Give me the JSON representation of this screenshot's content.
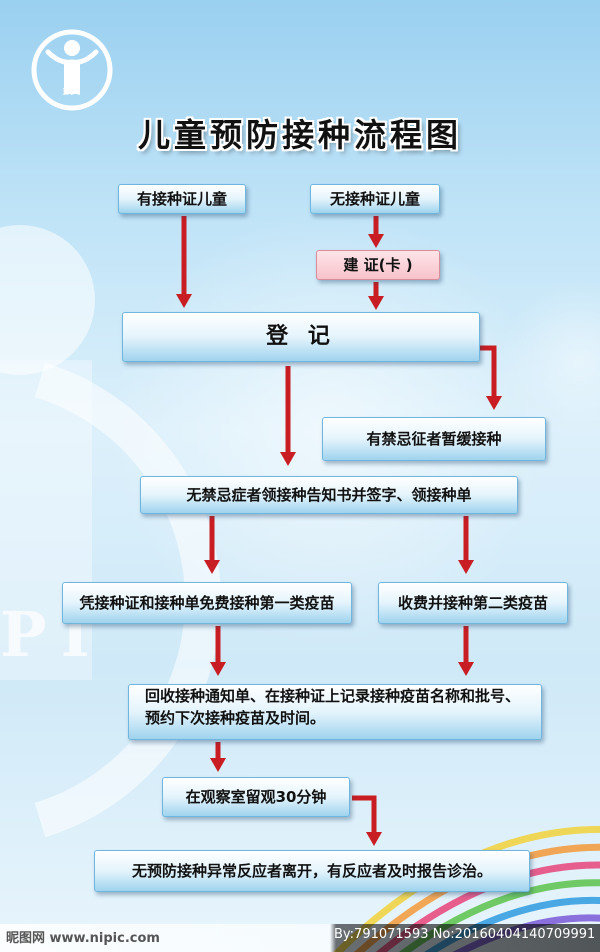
{
  "logo": {
    "text": "EPI"
  },
  "bg_text": "PI",
  "title": "儿童预防接种流程图",
  "steps": {
    "with_card": "有接种证儿童",
    "without_card": "无接种证儿童",
    "create_card": "建 证(卡 )",
    "register": "登  记",
    "contraindicated": "有禁忌征者暂缓接种",
    "no_contraindication": "无禁忌症者领接种告知书并签字、领接种单",
    "free_vaccine": "凭接种证和接种单免费接种第一类疫苗",
    "paid_vaccine": "收费并接种第二类疫苗",
    "record_line1": "回收接种通知单、在接种证上记录接种疫苗名称和批号、",
    "record_line2": "预约下次接种疫苗及时间。",
    "observe": "在观察室留观30分钟",
    "leave": "无预防接种异常反应者离开，有反应者及时报告诊治。"
  },
  "watermark": {
    "left": "昵图网  www.nipic.com",
    "right": "By:791071593 No:20160404140709991"
  },
  "colors": {
    "arrow": "#c81e23",
    "accent_blue": "#1c8fd6"
  }
}
